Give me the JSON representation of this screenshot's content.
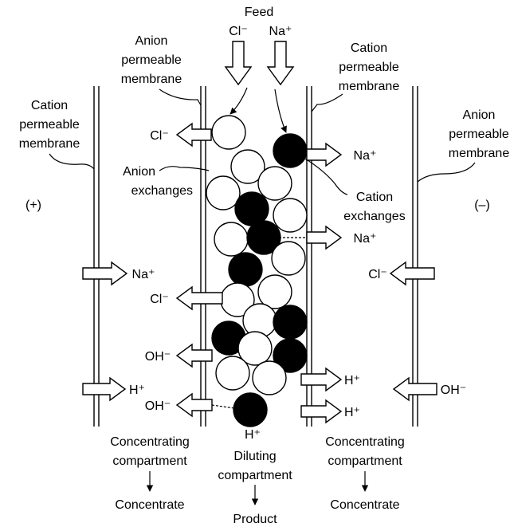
{
  "feed": {
    "title": "Feed",
    "cl": "Cl⁻",
    "na": "Na⁺"
  },
  "membranes": {
    "anion_left": [
      "Anion",
      "permeable",
      "membrane"
    ],
    "cation_left": [
      "Cation",
      "permeable",
      "membrane"
    ],
    "cation_right": [
      "Cation",
      "permeable",
      "membrane"
    ],
    "anion_right": [
      "Anion",
      "permeable",
      "membrane"
    ]
  },
  "electrodes": {
    "positive": "(+)",
    "negative": "(–)"
  },
  "resins": {
    "anion": [
      "Anion",
      "exchanges"
    ],
    "cation": [
      "Cation",
      "exchanges"
    ]
  },
  "ions": {
    "cl_minus": "Cl⁻",
    "na_plus": "Na⁺",
    "oh_minus": "OH⁻",
    "h_plus": "H⁺"
  },
  "compartments": {
    "left": [
      "Concentrating",
      "compartment"
    ],
    "middle": [
      "Diluting",
      "compartment"
    ],
    "right": [
      "Concentrating",
      "compartment"
    ]
  },
  "outputs": {
    "left": "Concentrate",
    "middle": "Product",
    "right": "Concentrate"
  },
  "colors": {
    "ink": "#000000",
    "paper": "#ffffff"
  }
}
